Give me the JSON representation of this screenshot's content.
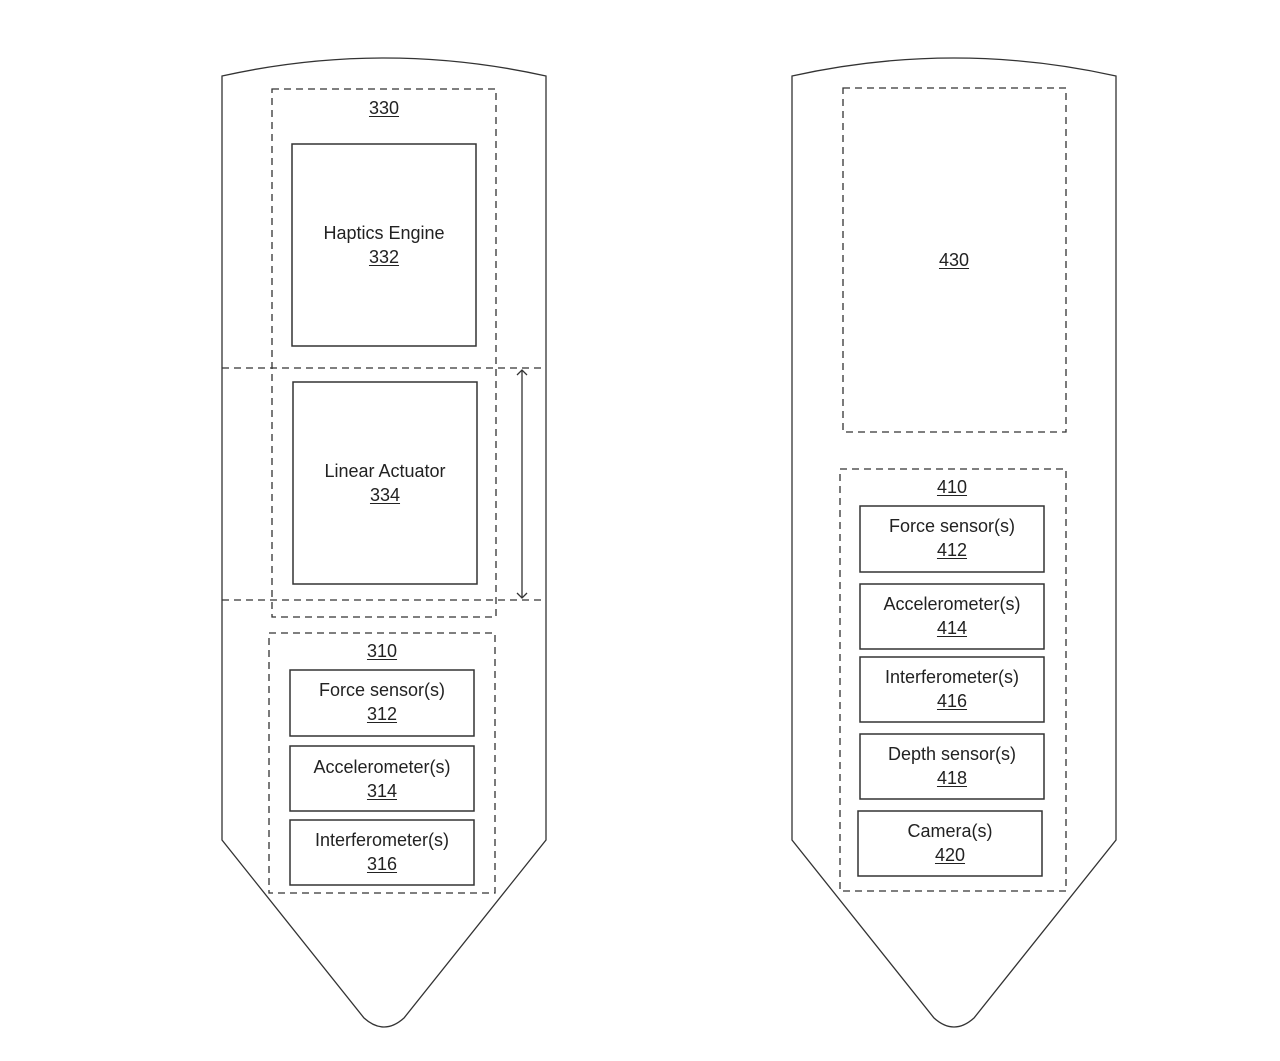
{
  "device_a": {
    "module_330": {
      "ref": "330"
    },
    "haptics_engine": {
      "name": "Haptics Engine",
      "ref": "332"
    },
    "linear_actuator": {
      "name": "Linear Actuator",
      "ref": "334"
    },
    "sensor_group_310": {
      "ref": "310",
      "force_sensor": {
        "name": "Force sensor(s)",
        "ref": "312"
      },
      "accelerometer": {
        "name": "Accelerometer(s)",
        "ref": "314"
      },
      "interferometer": {
        "name": "Interferometer(s)",
        "ref": "316"
      }
    }
  },
  "device_b": {
    "module_430": {
      "ref": "430"
    },
    "sensor_group_410": {
      "ref": "410",
      "force_sensor": {
        "name": "Force sensor(s)",
        "ref": "412"
      },
      "accelerometer": {
        "name": "Accelerometer(s)",
        "ref": "414"
      },
      "interferometer": {
        "name": "Interferometer(s)",
        "ref": "416"
      },
      "depth_sensor": {
        "name": "Depth sensor(s)",
        "ref": "418"
      },
      "camera": {
        "name": "Camera(s)",
        "ref": "420"
      }
    }
  }
}
